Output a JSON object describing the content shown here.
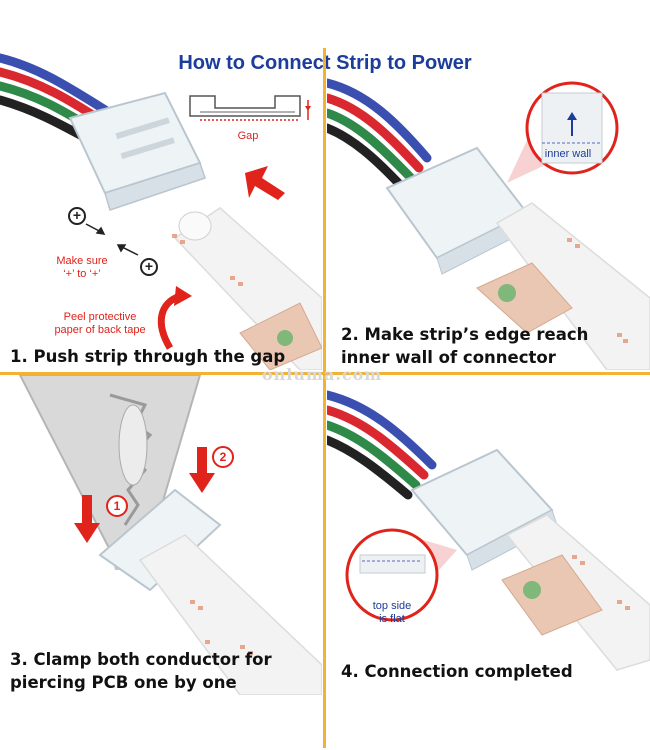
{
  "title": "How to Connect Strip to Power",
  "steps": [
    {
      "caption": "1. Push strip through the gap"
    },
    {
      "caption_line1": "2. Make strip’s edge reach",
      "caption_line2": "inner wall of connector"
    },
    {
      "caption_line1": "3. Clamp both conductor for",
      "caption_line2": "piercing PCB one by one"
    },
    {
      "caption": "4. Connection completed"
    }
  ],
  "annotations": {
    "gap": "Gap",
    "make_sure_line1": "Make sure",
    "make_sure_line2": "‘+’ to ‘+’",
    "peel_line1": "Peel protective",
    "peel_line2": "paper of back tape",
    "inner_wall": "inner wall",
    "top_side_line1": "top side",
    "top_side_line2": "is flat",
    "plus_symbol": "+",
    "step_marker_1": "①",
    "step_marker_2": "②"
  },
  "watermark": "onluma.com",
  "colors": {
    "title": "#1c3d9a",
    "divider": "#f2b233",
    "accent_red": "#e0231b",
    "wire_blue": "#3b4fb0",
    "wire_red": "#d9282f",
    "wire_green": "#2f8a4a",
    "wire_black": "#222222"
  }
}
